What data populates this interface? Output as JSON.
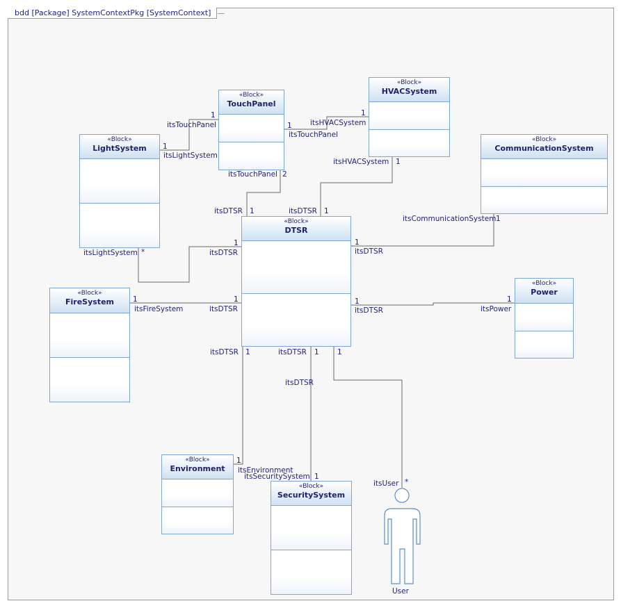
{
  "frame": {
    "title": "bdd [Package] SystemContextPkg [SystemContext]"
  },
  "colors": {
    "line": "#6a6a6a",
    "text": "#1f1f7a",
    "border": "#7ea6cf",
    "header": "#cfe1f2"
  },
  "stereotype": "«Block»",
  "blocks": {
    "touchpanel": "TouchPanel",
    "hvac": "HVACSystem",
    "light": "LightSystem",
    "comm": "CommunicationSystem",
    "dtsr": "DTSR",
    "fire": "FireSystem",
    "power": "Power",
    "env": "Environment",
    "security": "SecuritySystem"
  },
  "actor": {
    "name": "User",
    "icon": "actor-stick-figure-icon"
  },
  "dtsr_icon": "port-component-icon",
  "labels": {
    "tp_light_role": "itsTouchPanel",
    "tp_light_mult": "1",
    "light_tp_mult": "1",
    "light_tp_role": "itsLightSystem",
    "tp_hvac_mult": "1",
    "tp_hvac_role": "itsTouchPanel",
    "hvac_tp_role": "itsHVACSystem",
    "hvac_tp_mult": "1",
    "tp_dtsr_role": "itsTouchPanel",
    "tp_dtsr_mult": "2",
    "dtsr_tp_role": "itsDTSR",
    "dtsr_tp_mult": "1",
    "hvac_dtsr_role": "itsHVACSystem",
    "hvac_dtsr_mult": "1",
    "dtsr_hvac_role": "itsDTSR",
    "dtsr_hvac_mult": "1",
    "comm_dtsr_role": "itsCommunicationSystem",
    "comm_dtsr_mult": "1",
    "dtsr_comm_mult": "1",
    "dtsr_comm_role": "itsDTSR",
    "light_dtsr_role": "itsLightSystem",
    "light_dtsr_mult": "*",
    "dtsr_light_mult": "1",
    "dtsr_light_role": "itsDTSR",
    "fire_mult": "1",
    "fire_role": "itsFireSystem",
    "dtsr_fire_mult": "1",
    "dtsr_fire_role": "itsDTSR",
    "dtsr_power_mult": "1",
    "dtsr_power_role": "itsDTSR",
    "power_mult": "1",
    "power_role": "itsPower",
    "dtsr_env_role": "itsDTSR",
    "dtsr_env_mult": "1",
    "env_mult": "1",
    "env_role": "itsEnvironment",
    "dtsr_sec_role": "itsDTSR",
    "dtsr_sec_mult": "1",
    "sec_role": "itsSecuritySystem",
    "sec_mult": "1",
    "dtsr_user_mult": "1",
    "dtsr_user_role": "itsDTSR",
    "user_role": "itsUser",
    "user_mult": "*"
  }
}
